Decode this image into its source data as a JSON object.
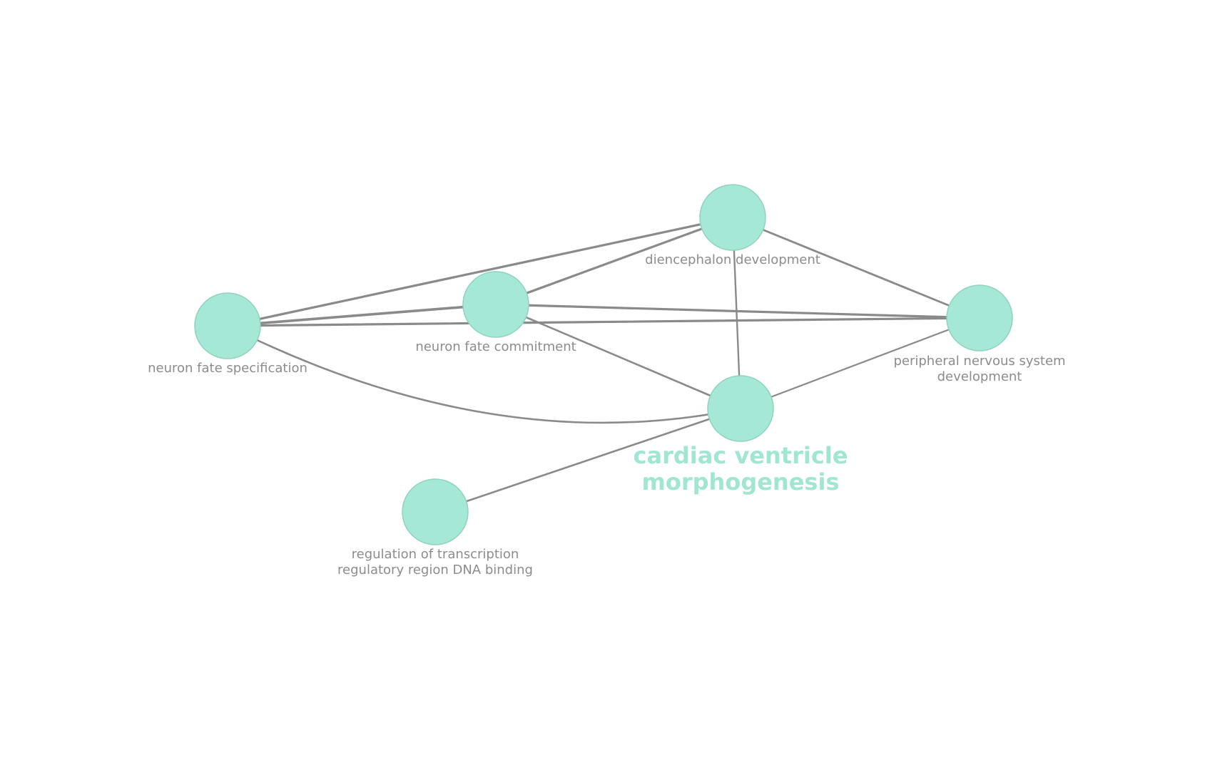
{
  "network": {
    "node_color": "#a6e8d6",
    "edge_color": "#8a8a8a",
    "label_color": "#8c8c8c",
    "highlight_color": "#a0e6d3",
    "nodes": [
      {
        "id": "diencephalon",
        "label_lines": [
          "diencephalon development"
        ]
      },
      {
        "id": "neuron-fate-commitment",
        "label_lines": [
          "neuron fate commitment"
        ]
      },
      {
        "id": "neuron-fate-specification",
        "label_lines": [
          "neuron fate specification"
        ]
      },
      {
        "id": "peripheral-nervous-system",
        "label_lines": [
          "peripheral nervous system",
          "development"
        ]
      },
      {
        "id": "cardiac-ventricle",
        "label_lines": [
          "cardiac ventricle",
          "morphogenesis"
        ],
        "highlight": true
      },
      {
        "id": "regulation-transcription",
        "label_lines": [
          "regulation of transcription",
          "regulatory region DNA binding"
        ]
      }
    ],
    "edges": [
      {
        "source": "neuron-fate-specification",
        "target": "diencephalon"
      },
      {
        "source": "neuron-fate-specification",
        "target": "neuron-fate-commitment"
      },
      {
        "source": "neuron-fate-specification",
        "target": "peripheral-nervous-system"
      },
      {
        "source": "neuron-fate-specification",
        "target": "cardiac-ventricle"
      },
      {
        "source": "neuron-fate-commitment",
        "target": "diencephalon"
      },
      {
        "source": "neuron-fate-commitment",
        "target": "peripheral-nervous-system"
      },
      {
        "source": "neuron-fate-commitment",
        "target": "cardiac-ventricle"
      },
      {
        "source": "diencephalon",
        "target": "peripheral-nervous-system"
      },
      {
        "source": "diencephalon",
        "target": "cardiac-ventricle"
      },
      {
        "source": "peripheral-nervous-system",
        "target": "cardiac-ventricle"
      },
      {
        "source": "regulation-transcription",
        "target": "cardiac-ventricle"
      }
    ]
  }
}
